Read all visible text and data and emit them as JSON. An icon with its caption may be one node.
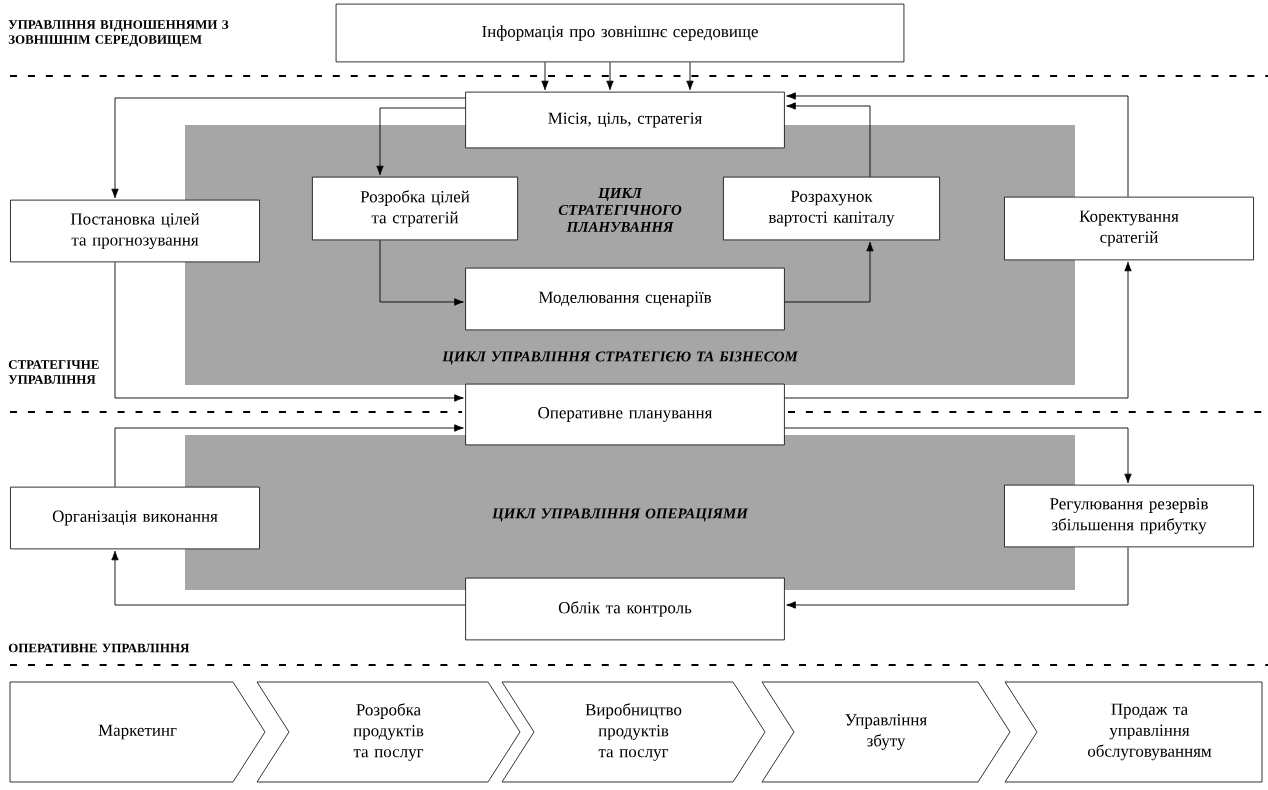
{
  "diagram": {
    "nodes": [
      {
        "text": [
          "Інформація про зовнішнє середовище"
        ]
      },
      {
        "text": [
          "Місія, ціль, стратегія"
        ]
      },
      {
        "text": [
          "Постановка цілей та прогнозування"
        ]
      },
      {
        "text": [
          "Розробка цілей та стратегій"
        ]
      },
      {
        "text": [
          "Розрахунок вартості капіталу"
        ]
      },
      {
        "text": [
          "Коректування сратегій"
        ]
      },
      {
        "text": [
          "Моделювання сценаріїв"
        ]
      },
      {
        "text": [
          "Оперативне планування"
        ]
      },
      {
        "text": [
          "Організація виконання"
        ]
      },
      {
        "text": [
          "Регулювання резервів збільшення прибутку"
        ]
      },
      {
        "text": [
          "Облік та контроль"
        ]
      },
      {
        "text": [
          "Маркетинг"
        ]
      },
      {
        "text": [
          "Розробка продуктів та послуг"
        ]
      },
      {
        "text": [
          "Виробництво продуктів та послуг"
        ]
      },
      {
        "text": [
          "Управління збуту"
        ]
      },
      {
        "text": [
          "Продаж та управління обслуговуванням"
        ]
      }
    ],
    "edges": [
      {
        "from": 0,
        "to": 1,
        "arrow": "to"
      },
      {
        "from": 0,
        "to": 1,
        "arrow": "to"
      },
      {
        "from": 0,
        "to": 1,
        "arrow": "to"
      },
      {
        "from": 1,
        "to": 2,
        "arrow": "to"
      },
      {
        "from": 1,
        "to": 3,
        "arrow": "to"
      },
      {
        "from": 3,
        "to": 6,
        "arrow": "to"
      },
      {
        "from": 6,
        "to": 4,
        "arrow": "to"
      },
      {
        "from": 4,
        "to": 1,
        "arrow": "to"
      },
      {
        "from": 5,
        "to": 1,
        "arrow": "to"
      },
      {
        "from": 2,
        "to": 7,
        "arrow": "to"
      },
      {
        "from": 7,
        "to": 5,
        "arrow": "to"
      },
      {
        "from": 8,
        "to": 7,
        "arrow": "to"
      },
      {
        "from": 7,
        "to": 9,
        "arrow": "to"
      },
      {
        "from": 9,
        "to": 10,
        "arrow": "to"
      },
      {
        "from": 10,
        "to": 8,
        "arrow": "to"
      }
    ],
    "labels": [
      "УПРАВЛІННЯ ВІДНОШЕННЯМИ З ЗОВНІШНІМ СЕРЕДОВИЩЕМ",
      "ЦИКЛ СТРАТЕГІЧНОГО ПЛАНУВАННЯ",
      "ЦИКЛ УПРАВЛІННЯ СТРАТЕГІЄЮ ТА БІЗНЕСОМ",
      "СТРАТЕГІЧНЕ УПРАВЛІННЯ",
      "ЦИКЛ УПРАВЛІННЯ ОПЕРАЦІЯМИ",
      "ОПЕРАТИВНЕ УПРАВЛІННЯ"
    ]
  }
}
